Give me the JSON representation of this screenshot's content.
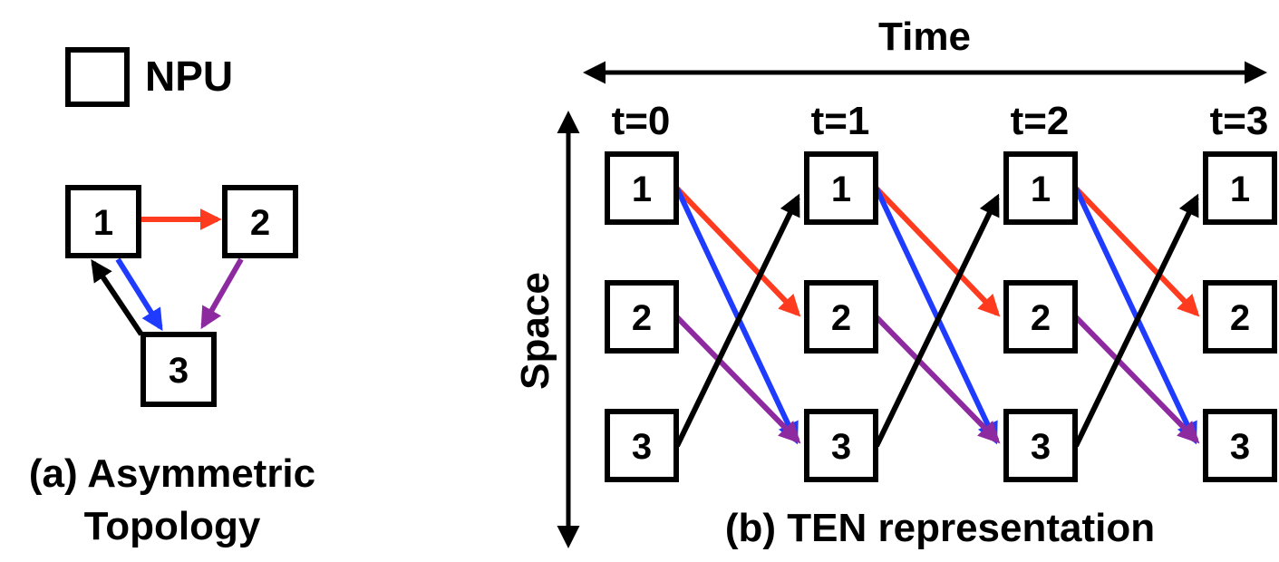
{
  "legend": {
    "label": "NPU"
  },
  "panel_a": {
    "nodes": [
      "1",
      "2",
      "3"
    ],
    "caption_line1": "(a) Asymmetric",
    "caption_line2": "Topology"
  },
  "panel_b": {
    "time_label": "Time",
    "space_label": "Space",
    "time_steps": [
      "t=0",
      "t=1",
      "t=2",
      "t=3"
    ],
    "nodes": [
      "1",
      "2",
      "3"
    ],
    "caption": "(b) TEN representation"
  },
  "colors": {
    "link_1_to_2": "#ff3b1f",
    "link_1_to_3": "#1f3bff",
    "link_2_to_3": "#8e2aa0",
    "link_3_to_1": "#000000"
  }
}
